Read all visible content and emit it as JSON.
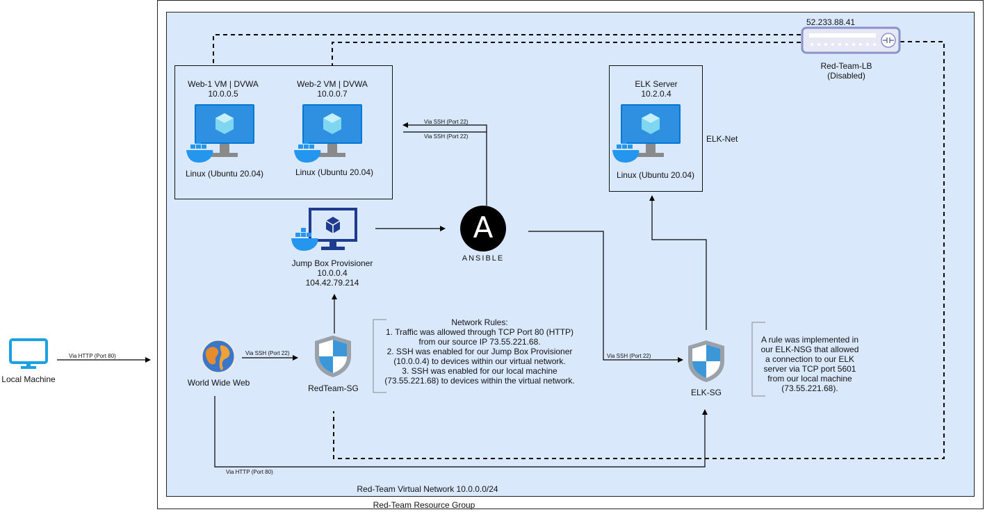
{
  "diagram": {
    "resource_group_label": "Red-Team Resource Group",
    "vnet_label": "Red-Team Virtual Network 10.0.0.0/24",
    "elk_net_label": "ELK-Net",
    "local_machine": {
      "label": "Local Machine"
    },
    "web1": {
      "title": "Web-1 VM | DVWA",
      "ip": "10.0.0.5",
      "os": "Linux (Ubuntu 20.04)"
    },
    "web2": {
      "title": "Web-2 VM | DVWA",
      "ip": "10.0.0.7",
      "os": "Linux (Ubuntu 20.04)"
    },
    "elk_server": {
      "title": "ELK Server",
      "ip": "10.2.0.4",
      "os": "Linux (Ubuntu 20.04)"
    },
    "jump_box": {
      "title": "Jump Box Provisioner",
      "private_ip": "10.0.0.4",
      "public_ip": "104.42.79.214"
    },
    "ansible": {
      "label": "ANSIBLE",
      "glyph": "A"
    },
    "load_balancer": {
      "ip": "52.233.88.41",
      "name": "Red-Team-LB",
      "status": "(Disabled)"
    },
    "www": {
      "label": "World Wide Web"
    },
    "redteam_sg": {
      "label": "RedTeam-SG"
    },
    "elk_sg": {
      "label": "ELK-SG"
    },
    "network_rules": {
      "title": "Network Rules:",
      "rule1": "1. Traffic was allowed through TCP Port 80 (HTTP)\nfrom our source IP 73.55.221.68.",
      "rule2": "2. SSH was enabled for our Jump Box Provisioner\n(10.0.0.4) to devices within our virtual network.",
      "rule3": "3.  SSH was enabled for our local machine\n(73.55.221.68) to devices within the virtual network."
    },
    "elk_rule_note": "A rule was implemented in\nour ELK-NSG that allowed\na connection to our ELK\nserver via TCP port 5601\nfrom our local machine\n(73.55.221.68).",
    "edges": {
      "local_to_vnet": "Via HTTP (Port 80)",
      "www_to_redteam_sg": "Via SSH (Port 22)",
      "ansible_to_web_a": "Via SSH (Port 22)",
      "ansible_to_web_b": "Via SSH (Port 22)",
      "ansible_to_elk_sg": "Via SSH (Port 22)",
      "www_to_elk_sg": "Via HTTP (Port 80)"
    },
    "colors": {
      "vnet_fill": "#dae8fc",
      "azure_blue": "#0078d4",
      "monitor_blue": "#1ba1e2",
      "docker_blue": "#2496ed",
      "jump_navy": "#1f3b8f",
      "shield_blue": "#3b97d8",
      "lb_fill": "#e6e9f5",
      "lb_border": "#8a93c8"
    }
  }
}
